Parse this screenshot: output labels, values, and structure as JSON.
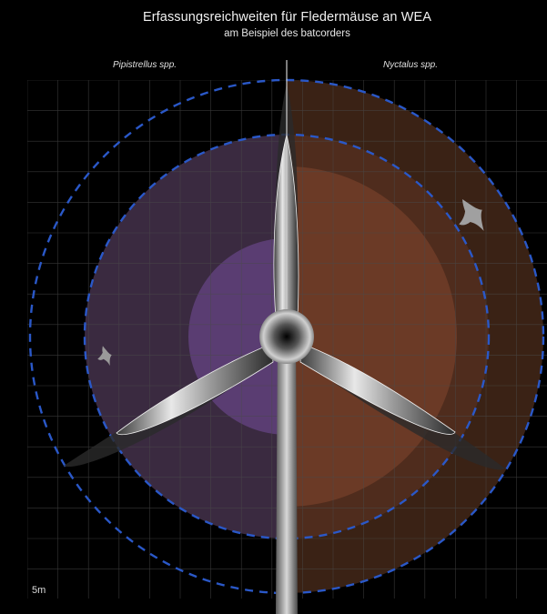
{
  "title": "Erfassungsreichweiten für Fledermäuse an WEA",
  "subtitle": "am Beispiel des batcorders",
  "species_left": "Pipistrellus spp.",
  "species_right": "Nyctalus spp.",
  "scale_label": "5m",
  "colors": {
    "background": "#000000",
    "grid": "#4a4a4a",
    "pipistrellus_outer": "#3a2a40",
    "pipistrellus_inner": "#5a3d72",
    "nyctalus_outer": "#3a2215",
    "nyctalus_inner": "#6b3a26",
    "range_dashed": "#2a58c8",
    "turbine": "#bdbdbd"
  }
}
